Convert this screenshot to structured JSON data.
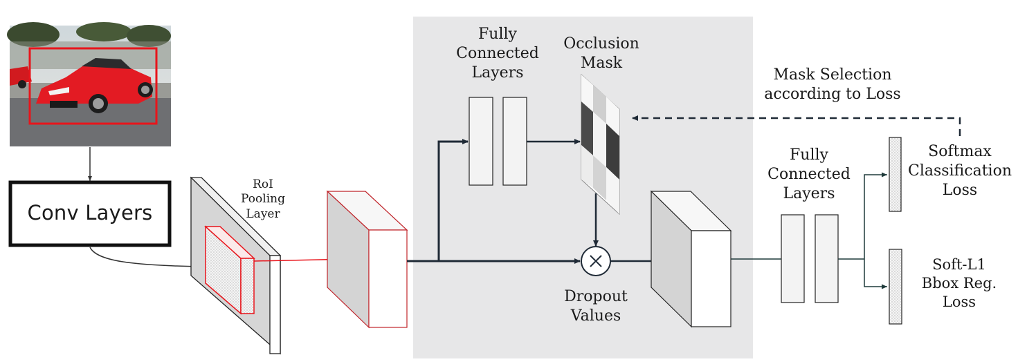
{
  "labels": {
    "conv_layers": "Conv Layers",
    "roi_pooling": [
      "RoI",
      "Pooling",
      "Layer"
    ],
    "fc_top": [
      "Fully",
      "Connected",
      "Layers"
    ],
    "occlusion_mask": [
      "Occlusion",
      "Mask"
    ],
    "mask_selection": [
      "Mask Selection",
      "according to Loss"
    ],
    "dropout_values": [
      "Dropout",
      "Values"
    ],
    "fc_right": [
      "Fully",
      "Connected",
      "Layers"
    ],
    "softmax_loss": [
      "Softmax",
      "Classification",
      "Loss"
    ],
    "bbox_loss": [
      "Soft-L1",
      "Bbox Reg.",
      "Loss"
    ]
  },
  "icons": {
    "multiply": "multiply-icon"
  },
  "colors": {
    "panel": "#e7e7e8",
    "highlight": "#e8141b",
    "line": "#1f2a36",
    "box_border": "#111111"
  }
}
